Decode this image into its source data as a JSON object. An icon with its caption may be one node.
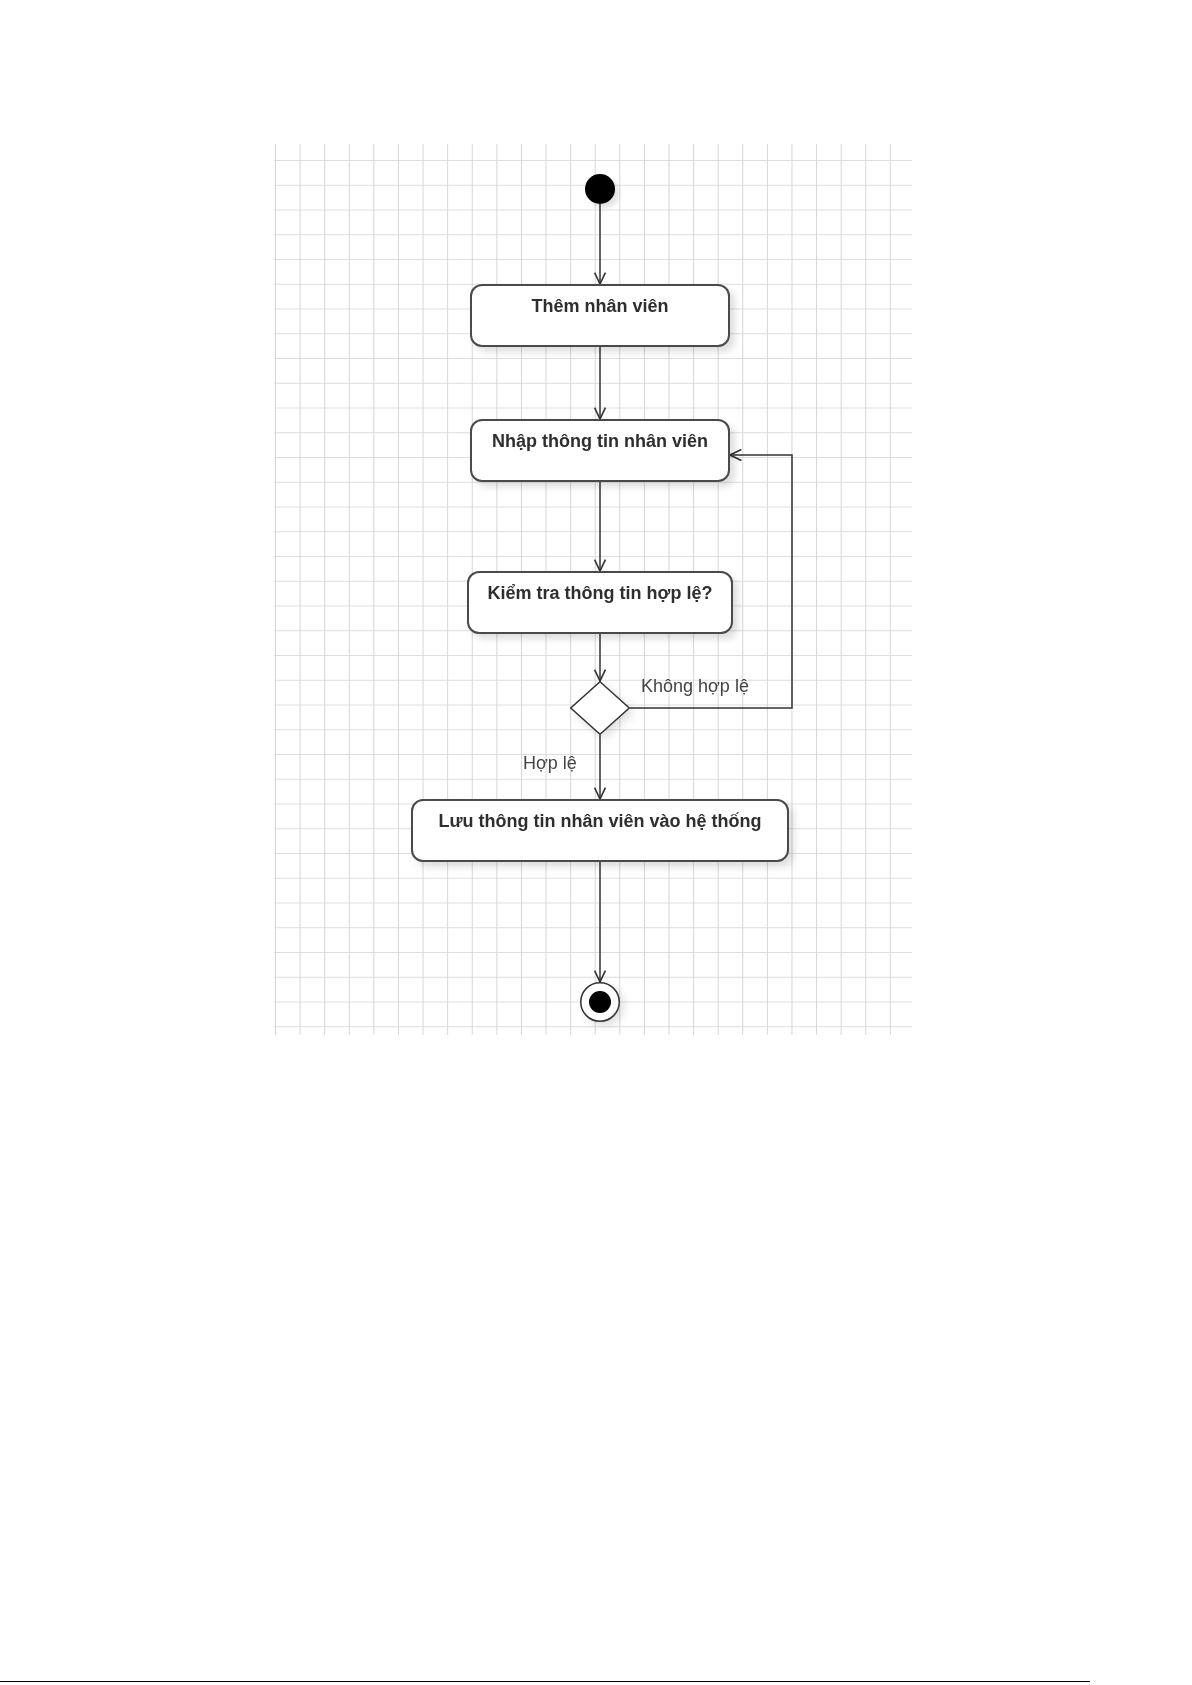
{
  "diagram": {
    "nodes": [
      {
        "text": [],
        "shape": "circle"
      },
      {
        "text": [
          "Thêm nhân viên"
        ]
      },
      {
        "text": [
          "Nhập thông tin nhân viên"
        ]
      },
      {
        "text": [
          "Kiểm tra thông tin hợp lệ?"
        ]
      },
      {
        "text": [],
        "shape": "diamond"
      },
      {
        "text": [
          "Lưu thông tin nhân viên vào hệ thống"
        ]
      },
      {
        "text": [],
        "shape": "circle"
      }
    ],
    "edges": [
      {
        "from": 0,
        "to": 1,
        "arrow": "to"
      },
      {
        "from": 1,
        "to": 2,
        "arrow": "to"
      },
      {
        "from": 2,
        "to": 3,
        "arrow": "to"
      },
      {
        "from": 3,
        "to": 4,
        "arrow": "to"
      },
      {
        "from": 4,
        "to": 2,
        "arrow": "to",
        "label": "Không hợp lệ"
      },
      {
        "from": 4,
        "to": 5,
        "arrow": "to",
        "label": "Hợp lệ"
      },
      {
        "from": 5,
        "to": 6,
        "arrow": "to"
      }
    ]
  }
}
